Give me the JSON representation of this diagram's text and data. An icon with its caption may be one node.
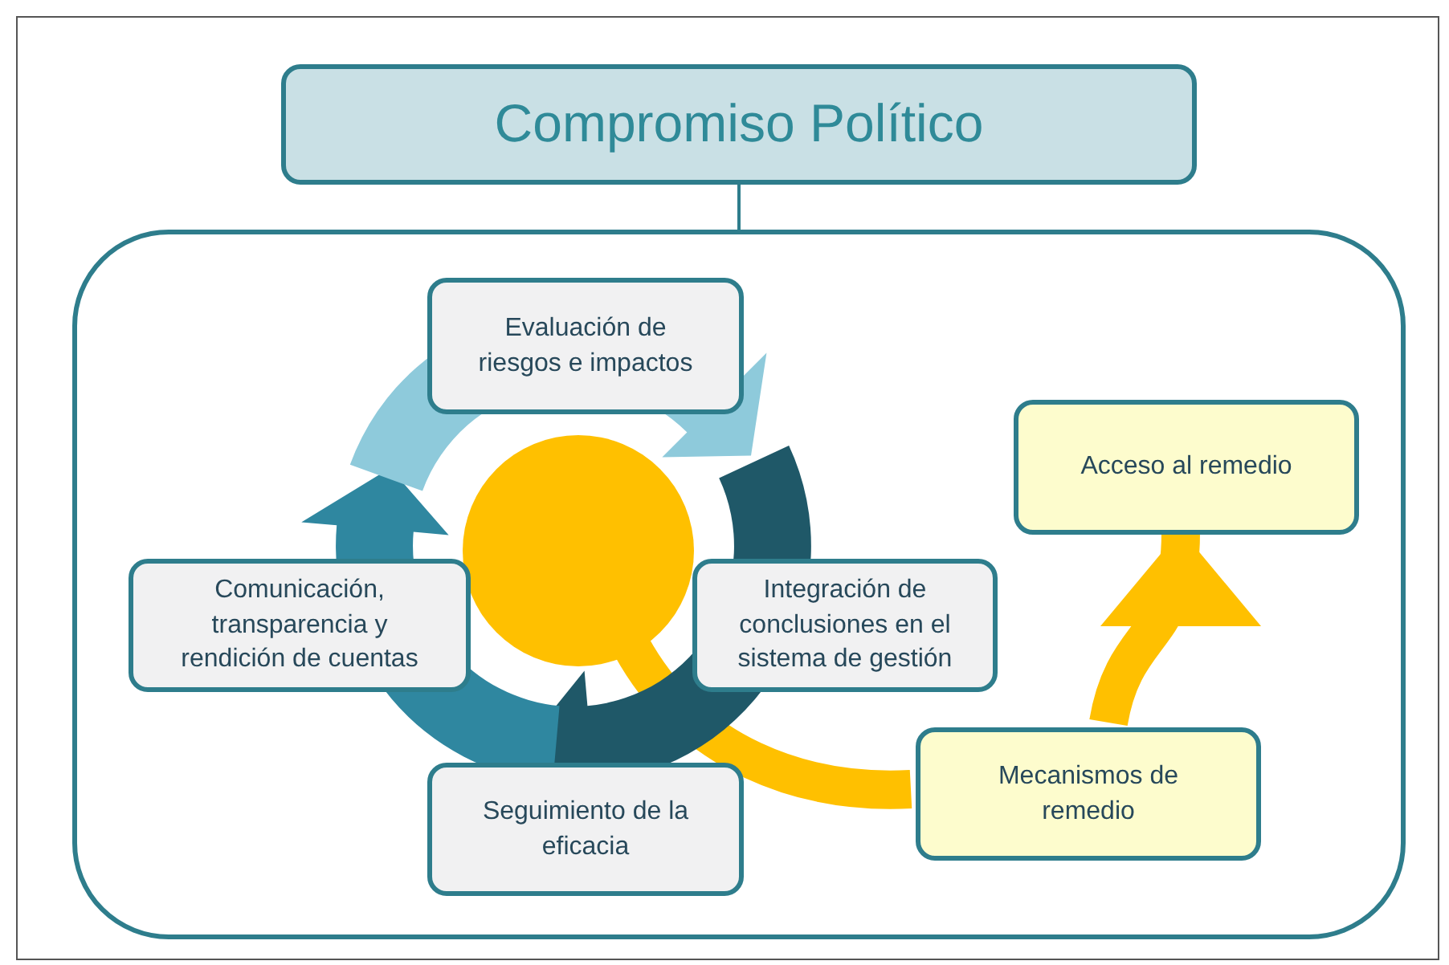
{
  "diagram": {
    "nodes": [
      {
        "text": [
          "Compromiso Político"
        ]
      },
      {
        "text": [],
        "shape": "box"
      },
      {
        "text": [
          "Evaluación de riesgos e impactos"
        ],
        "in": 1
      },
      {
        "text": [
          "Comunicación, transparencia y rendición de cuentas"
        ],
        "in": 1
      },
      {
        "text": [
          "Integración de conclusiones en el sistema de gestión"
        ],
        "in": 1
      },
      {
        "text": [
          "Seguimiento de la eficacia"
        ],
        "in": 1
      },
      {
        "text": [],
        "shape": "circle",
        "in": 1
      },
      {
        "text": [
          "Acceso al remedio"
        ],
        "in": 1
      },
      {
        "text": [
          "Mecanismos de remedio"
        ],
        "in": 1
      }
    ],
    "edges": [
      {
        "from": 0,
        "to": 1,
        "arrow": "none",
        "color": "#2e7d8c"
      },
      {
        "from": 6,
        "to": 8,
        "arrow": "none",
        "color": "#ffc000"
      },
      {
        "from": 8,
        "to": 7,
        "arrow": "to",
        "color": "#ffc000"
      }
    ]
  }
}
